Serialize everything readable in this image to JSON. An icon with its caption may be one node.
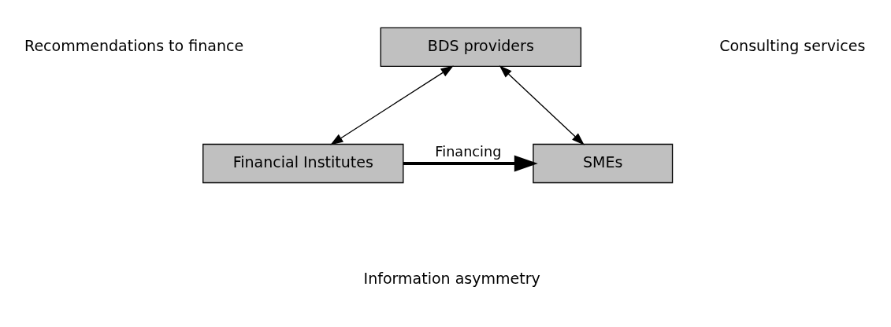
{
  "diagram": {
    "nodes": [
      {
        "text": [
          "BDS providers"
        ]
      },
      {
        "text": [
          "Financial Institutes"
        ]
      },
      {
        "text": [
          "SMEs"
        ]
      }
    ],
    "edges": [
      {
        "from": 0,
        "to": 1,
        "arrow": "both"
      },
      {
        "from": 0,
        "to": 2,
        "arrow": "both"
      },
      {
        "from": 1,
        "to": 2,
        "arrow": "to",
        "label": "Financing",
        "style": "thick"
      }
    ],
    "labels": [
      "Recommendations to finance",
      "Consulting services",
      "Information asymmetry"
    ]
  }
}
